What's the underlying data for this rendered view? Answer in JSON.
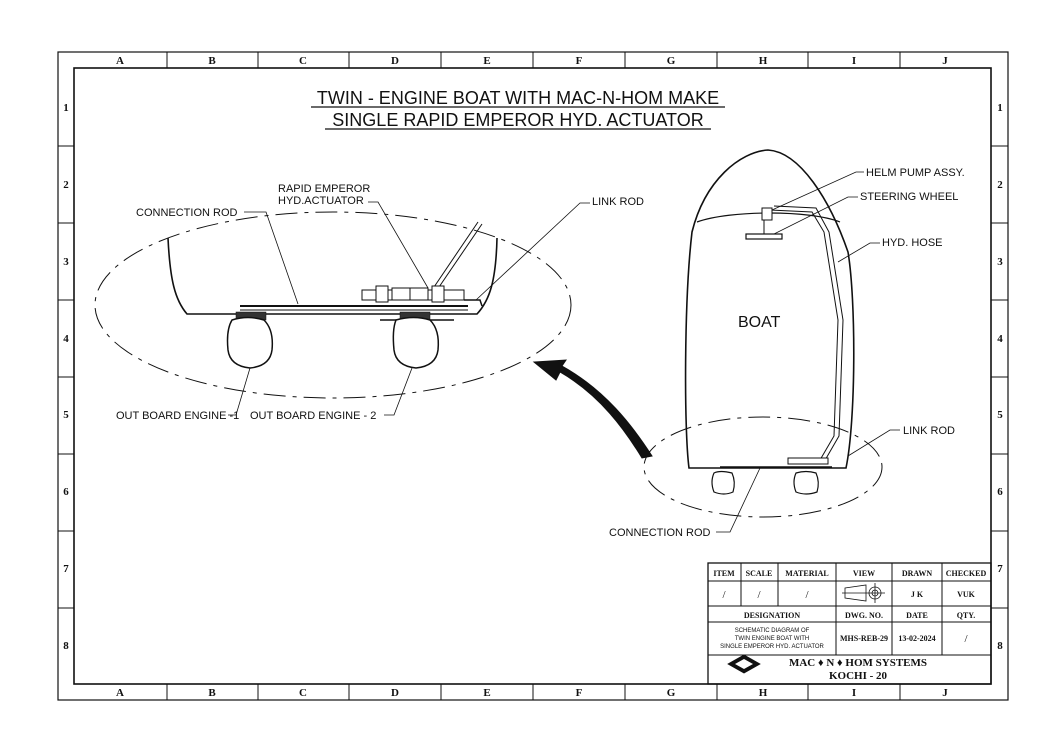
{
  "title": {
    "line1": "TWIN - ENGINE BOAT WITH MAC-N-HOM MAKE",
    "line2": "SINGLE RAPID EMPEROR HYD. ACTUATOR"
  },
  "grid": {
    "columns": [
      "A",
      "B",
      "C",
      "D",
      "E",
      "F",
      "G",
      "H",
      "I",
      "J"
    ],
    "rows": [
      "1",
      "2",
      "3",
      "4",
      "5",
      "6",
      "7",
      "8"
    ]
  },
  "left_view": {
    "actuator_label_1": "RAPID EMPEROR",
    "actuator_label_2": "HYD.ACTUATOR",
    "connection_rod": "CONNECTION ROD",
    "link_rod": "LINK ROD",
    "engine_1": "OUT BOARD ENGINE -1",
    "engine_2": "OUT BOARD ENGINE - 2"
  },
  "right_view": {
    "helm_pump": "HELM PUMP ASSY.",
    "steering_wheel": "STEERING WHEEL",
    "hyd_hose": "HYD. HOSE",
    "boat": "BOAT",
    "link_rod": "LINK ROD",
    "connection_rod": "CONNECTION ROD"
  },
  "title_block": {
    "headers": {
      "item": "ITEM",
      "scale": "SCALE",
      "material": "MATERIAL",
      "view": "VIEW",
      "drawn": "DRAWN",
      "checked": "CHECKED"
    },
    "values": {
      "item": "/",
      "scale": "/",
      "material": "/",
      "drawn": "J K",
      "checked": "VUK"
    },
    "designation_label": "DESIGNATION",
    "dwg_no_label": "DWG. NO.",
    "date_label": "DATE",
    "qty_label": "QTY.",
    "designation_lines": [
      "SCHEMATIC DIAGRAM OF",
      "TWIN  ENGINE BOAT  WITH",
      "SINGLE EMPEROR HYD. ACTUATOR"
    ],
    "dwg_no": "MHS-REB-29",
    "date": "13-02-2024",
    "qty": "/",
    "company_line1": "MAC ♦ N ♦ HOM  SYSTEMS",
    "company_line2": "KOCHI - 20"
  }
}
